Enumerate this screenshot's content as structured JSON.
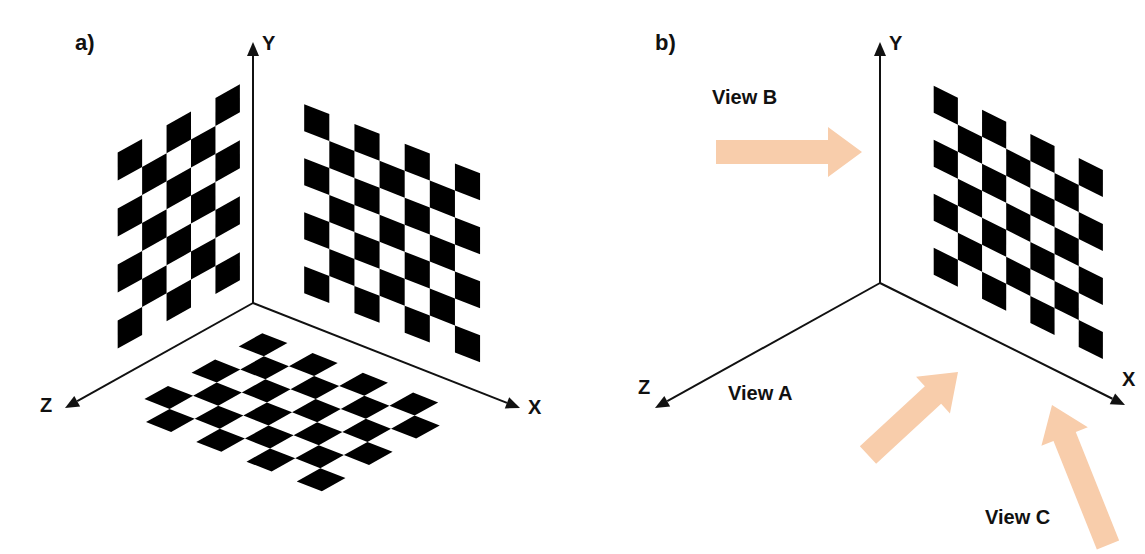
{
  "diagram": {
    "labels": [
      "a)",
      "Y",
      "Z",
      "X",
      "b)",
      "Y",
      "View B",
      "Z",
      "View A",
      "X",
      "View C"
    ]
  }
}
